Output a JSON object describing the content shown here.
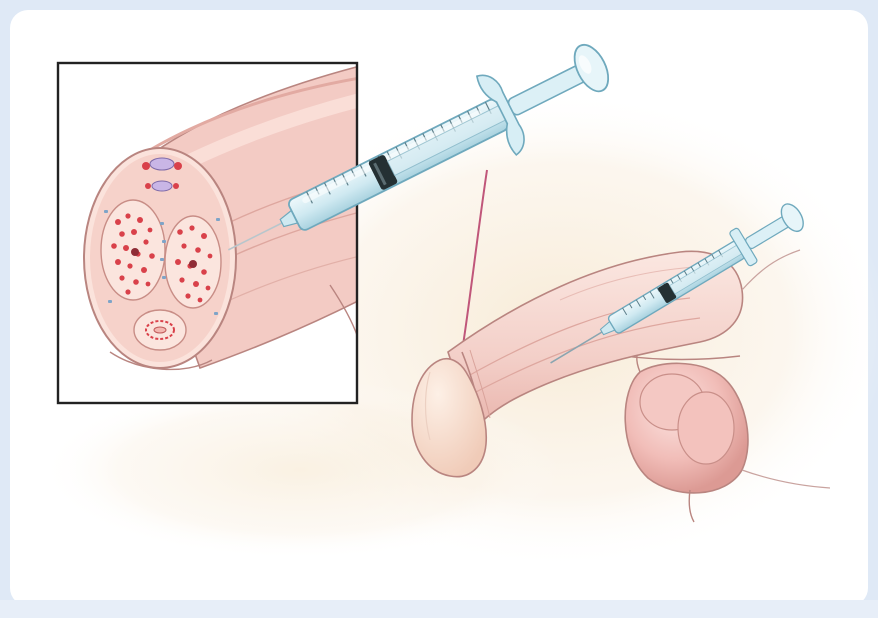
{
  "illustration": {
    "subject": "penile-injection-diagram",
    "panels": [
      "cross-section-inset",
      "side-view"
    ],
    "colors": {
      "page_background": "#ffffff",
      "frame_tint": "#dfe9f6",
      "skin_outer": "#f1c8c2",
      "skin_light": "#fbe7e1",
      "skin_shadow": "#dea79f",
      "outline": "#b98580",
      "inset_border": "#222222",
      "erectile_tissue": "#f7d9d2",
      "blood_cells": "#d9414a",
      "syringe_barrel": "#cfe9f1",
      "syringe_outline": "#6fa9bd",
      "plunger_seal": "#243033",
      "pointer_line": "#c0567a",
      "warm_glow": "#f7ead4"
    },
    "icons": [
      "syringe-icon",
      "syringe-icon"
    ]
  }
}
